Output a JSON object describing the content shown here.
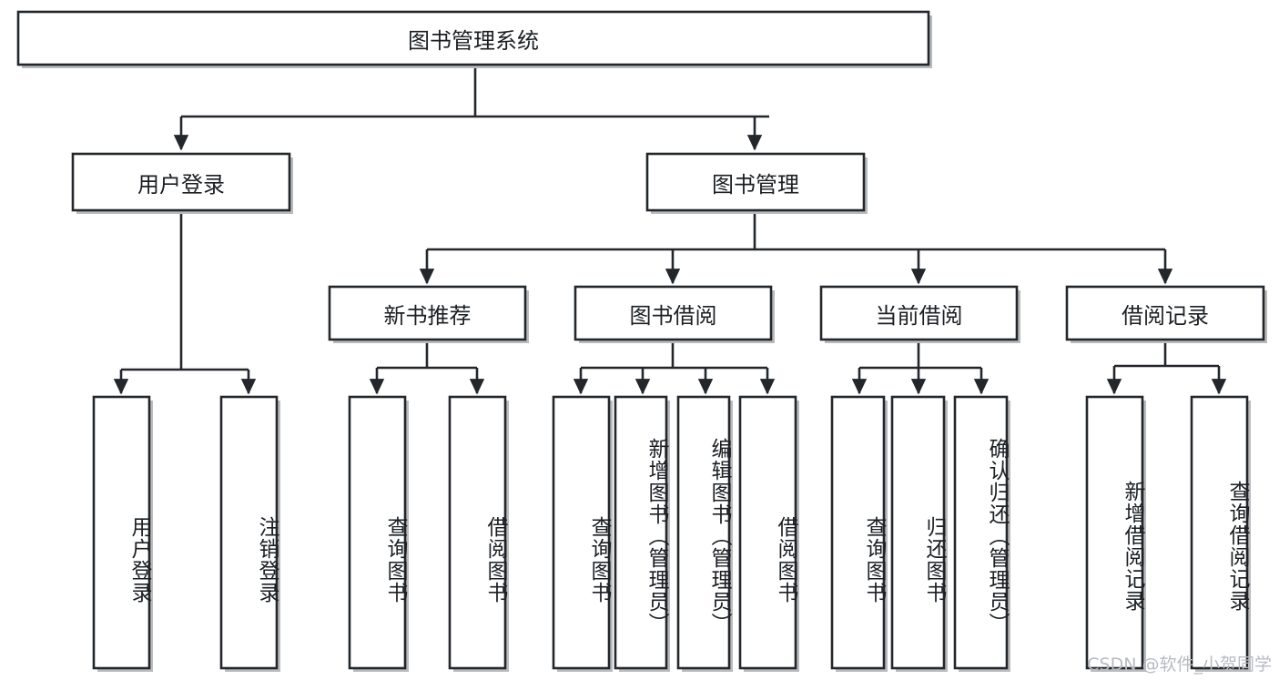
{
  "diagram": {
    "type": "tree-hierarchy-flowchart",
    "title": "图书管理系统",
    "root": {
      "id": "root",
      "label": "图书管理系统",
      "shape": "rectangle",
      "orientation": "horizontal"
    },
    "level1": [
      {
        "id": "user-login",
        "label": "用户登录",
        "shape": "rectangle",
        "orientation": "horizontal"
      },
      {
        "id": "book-manage",
        "label": "图书管理",
        "shape": "rectangle",
        "orientation": "horizontal"
      }
    ],
    "level2": [
      {
        "id": "new-book-recommend",
        "label": "新书推荐",
        "parent": "book-manage",
        "orientation": "horizontal"
      },
      {
        "id": "book-borrow",
        "label": "图书借阅",
        "parent": "book-manage",
        "orientation": "horizontal"
      },
      {
        "id": "current-borrow",
        "label": "当前借阅",
        "parent": "book-manage",
        "orientation": "horizontal"
      },
      {
        "id": "borrow-record",
        "label": "借阅记录",
        "parent": "book-manage",
        "orientation": "horizontal"
      }
    ],
    "leaves": [
      {
        "id": "leaf-user-login",
        "label": "用户登录",
        "parent": "user-login",
        "orientation": "vertical"
      },
      {
        "id": "leaf-logout-login",
        "label": "注销登录",
        "parent": "user-login",
        "orientation": "vertical"
      },
      {
        "id": "leaf-query-book-1",
        "label": "查询图书",
        "parent": "new-book-recommend",
        "orientation": "vertical"
      },
      {
        "id": "leaf-borrow-book-1",
        "label": "借阅图书",
        "parent": "new-book-recommend",
        "orientation": "vertical"
      },
      {
        "id": "leaf-query-book-2",
        "label": "查询图书",
        "parent": "book-borrow",
        "orientation": "vertical"
      },
      {
        "id": "leaf-add-book",
        "label": "新增图书（管理员）",
        "parent": "book-borrow",
        "orientation": "vertical"
      },
      {
        "id": "leaf-edit-book",
        "label": "编辑图书（管理员）",
        "parent": "book-borrow",
        "orientation": "vertical"
      },
      {
        "id": "leaf-borrow-book-2",
        "label": "借阅图书",
        "parent": "book-borrow",
        "orientation": "vertical"
      },
      {
        "id": "leaf-query-book-3",
        "label": "查询图书",
        "parent": "current-borrow",
        "orientation": "vertical"
      },
      {
        "id": "leaf-return-book",
        "label": "归还图书",
        "parent": "current-borrow",
        "orientation": "vertical"
      },
      {
        "id": "leaf-confirm-return",
        "label": "确认归还（管理员）",
        "parent": "current-borrow",
        "orientation": "vertical"
      },
      {
        "id": "leaf-add-record",
        "label": "新增借阅记录",
        "parent": "borrow-record",
        "orientation": "vertical"
      },
      {
        "id": "leaf-query-record",
        "label": "查询借阅记录",
        "parent": "borrow-record",
        "orientation": "vertical"
      }
    ],
    "colors": {
      "box_stroke": "#23272b",
      "box_fill": "#ffffff",
      "edge": "#23272b",
      "text": "#1b1f23",
      "background": "#ffffff",
      "watermark": "#b7bcc2"
    }
  },
  "watermark": {
    "text": "CSDN @软件_小贺同学"
  }
}
